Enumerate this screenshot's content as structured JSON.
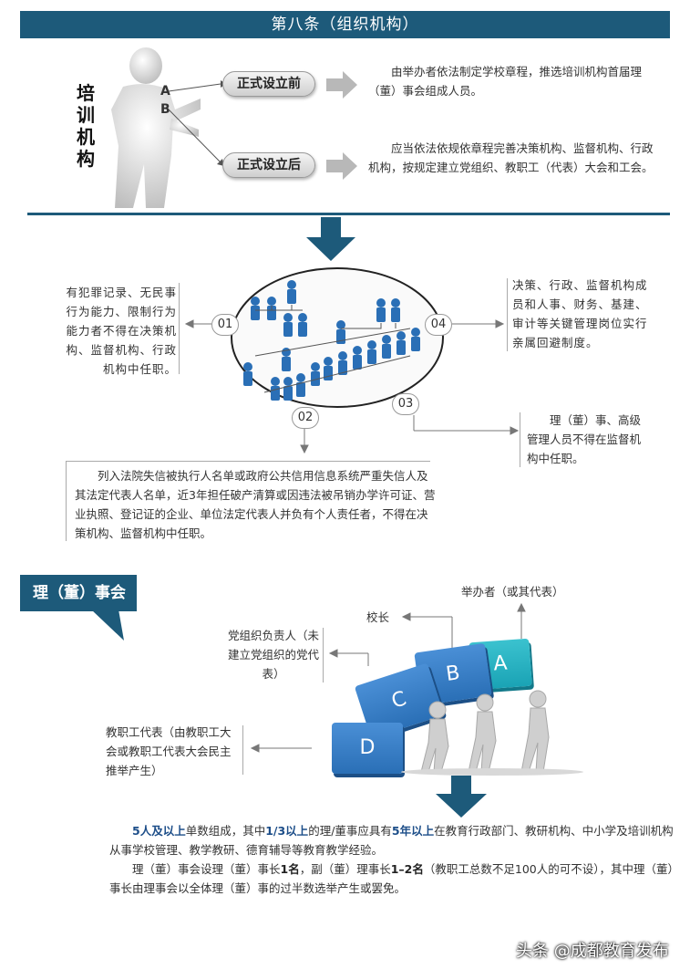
{
  "title": "第八条（组织机构）",
  "section1": {
    "side_label": "培训机构",
    "marker_a": "A",
    "marker_b": "B",
    "before_label": "正式设立前",
    "before_text": "由举办者依法制定学校章程，推选培训机构首届理（董）事会组成人员。",
    "after_label": "正式设立后",
    "after_text": "应当依法依规依章程完善决策机构、监督机构、行政机构，按规定建立党组织、教职工（代表）大会和工会。"
  },
  "section2": {
    "n01": "01",
    "n02": "02",
    "n03": "03",
    "n04": "04",
    "text01": "有犯罪记录、无民事行为能力、限制行为能力者不得在决策机构、监督机构、行政机构中任职。",
    "text02": "列入法院失信被执行人名单或政府公共信用信息系统严重失信人及其法定代表人名单，近3年担任破产清算或因违法被吊销办学许可证、营业执照、登记证的企业、单位法定代表人并负有个人责任者，不得在决策机构、监督机构中任职。",
    "text03": "理（董）事、高级管理人员不得在监督机构中任职。",
    "text04": "决策、行政、监督机构成员和人事、财务、基建、审计等关键管理岗位实行亲属回避制度。"
  },
  "section3": {
    "heading": "理（董）事会",
    "label_a": "举办者（或其代表）",
    "label_b": "校长",
    "label_c": "党组织负责人（未建立党组织的党代表）",
    "label_d": "教职工代表（由教职工大会或教职工代表大会民主推举产生）",
    "block_a": "A",
    "block_b": "B",
    "block_c": "C",
    "block_d": "D",
    "p1_a": "5人及以上",
    "p1_b": "单数组成，其中",
    "p1_c": "1/3以上",
    "p1_d": "的理/董事应具有",
    "p1_e": "5年以上",
    "p1_f": "在教育行政部门、教研机构、中小学及培训机构从事学校管理、教学教研、德育辅导等教育教学经验。",
    "p2_a": "理（董）事会设理（董）事长",
    "p2_b": "1名",
    "p2_c": "，副（董）理事长",
    "p2_d": "1–2名",
    "p2_e": "（教职工总数不足100人的可不设），其中理（董）事长由理事会以全体理（董）事的过半数选举产生或罢免。"
  },
  "watermark": "头条 @成都教育发布",
  "colors": {
    "title_bg": "#1d5a7a",
    "accent_blue": "#1d4e89",
    "block_teal": "#1aa3b5",
    "block_blue": "#2a6fb6"
  }
}
